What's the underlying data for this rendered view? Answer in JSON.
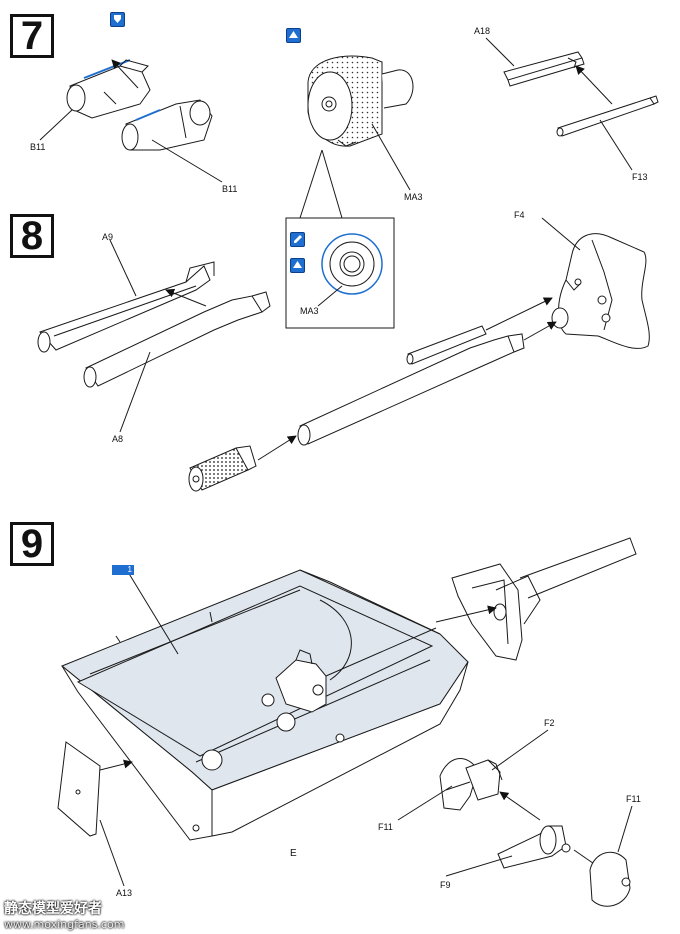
{
  "steps": {
    "s7": "7",
    "s8": "8",
    "s9": "9"
  },
  "labels": {
    "b11_a": "B11",
    "b11_b": "B11",
    "ma3_a": "MA3",
    "ma3_b": "MA3",
    "a18": "A18",
    "f13": "F13",
    "f4": "F4",
    "a9": "A9",
    "a8": "A8",
    "e": "E",
    "a13": "A13",
    "f2": "F2",
    "f11_a": "F11",
    "f11_b": "F11",
    "f9": "F9",
    "paint_badge": "1"
  },
  "watermark": {
    "cn": "静态模型爱好者",
    "url": "www.moxingfans.com"
  },
  "colors": {
    "line": "#1a1a1a",
    "accent": "#1f6fd1",
    "tub_fill": "#dfe6ee",
    "paper": "#ffffff"
  },
  "icons": [
    "glue-icon",
    "photo-etch-icon",
    "paint-icon"
  ]
}
